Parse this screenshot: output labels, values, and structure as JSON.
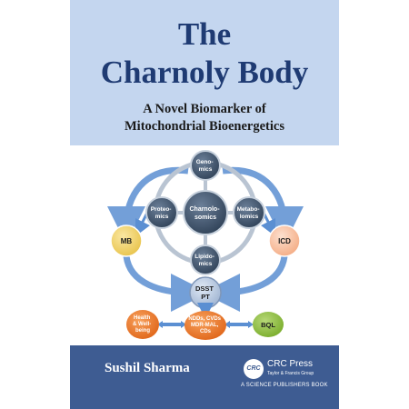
{
  "cover": {
    "title_line1": "The",
    "title_line2": "Charnoly Body",
    "subtitle_line1": "A Novel Biomarker of",
    "subtitle_line2": "Mitochondrial Bioenergetics",
    "author": "Sushil Sharma",
    "publisher_logo_text": "CRC",
    "publisher_name": "CRC Press",
    "publisher_tagline": "Taylor & Francis Group",
    "publisher_imprint": "A SCIENCE PUBLISHERS BOOK"
  },
  "diagram": {
    "center": [
      "Charnolo-",
      "somics"
    ],
    "genomics": [
      "Geno-",
      "mics"
    ],
    "proteomics": [
      "Proteo-",
      "mics"
    ],
    "metabolomics": [
      "Metabo-",
      "lomics"
    ],
    "lipidomics": [
      "Lipido-",
      "mics"
    ],
    "mb": "MB",
    "icd": "ICD",
    "dsst": [
      "DSST",
      "PT"
    ],
    "health": [
      "Health",
      "& Well-",
      "being"
    ],
    "ndds": [
      "NDDs, CVDs",
      "MDR-MAL,",
      "CDs"
    ],
    "bql": "BQL"
  },
  "colors": {
    "top_panel": "#c4d6ef",
    "title": "#1f3b73",
    "bottom_panel": "#3e5c92",
    "node_dark": "#3d5067",
    "node_light": "#bcc9dc",
    "orange": "#ee7a23",
    "green": "#8dbe3f",
    "peach": "#f8c4a6",
    "yellow": "#f2d66a",
    "arrow": "#5b8fd2"
  }
}
